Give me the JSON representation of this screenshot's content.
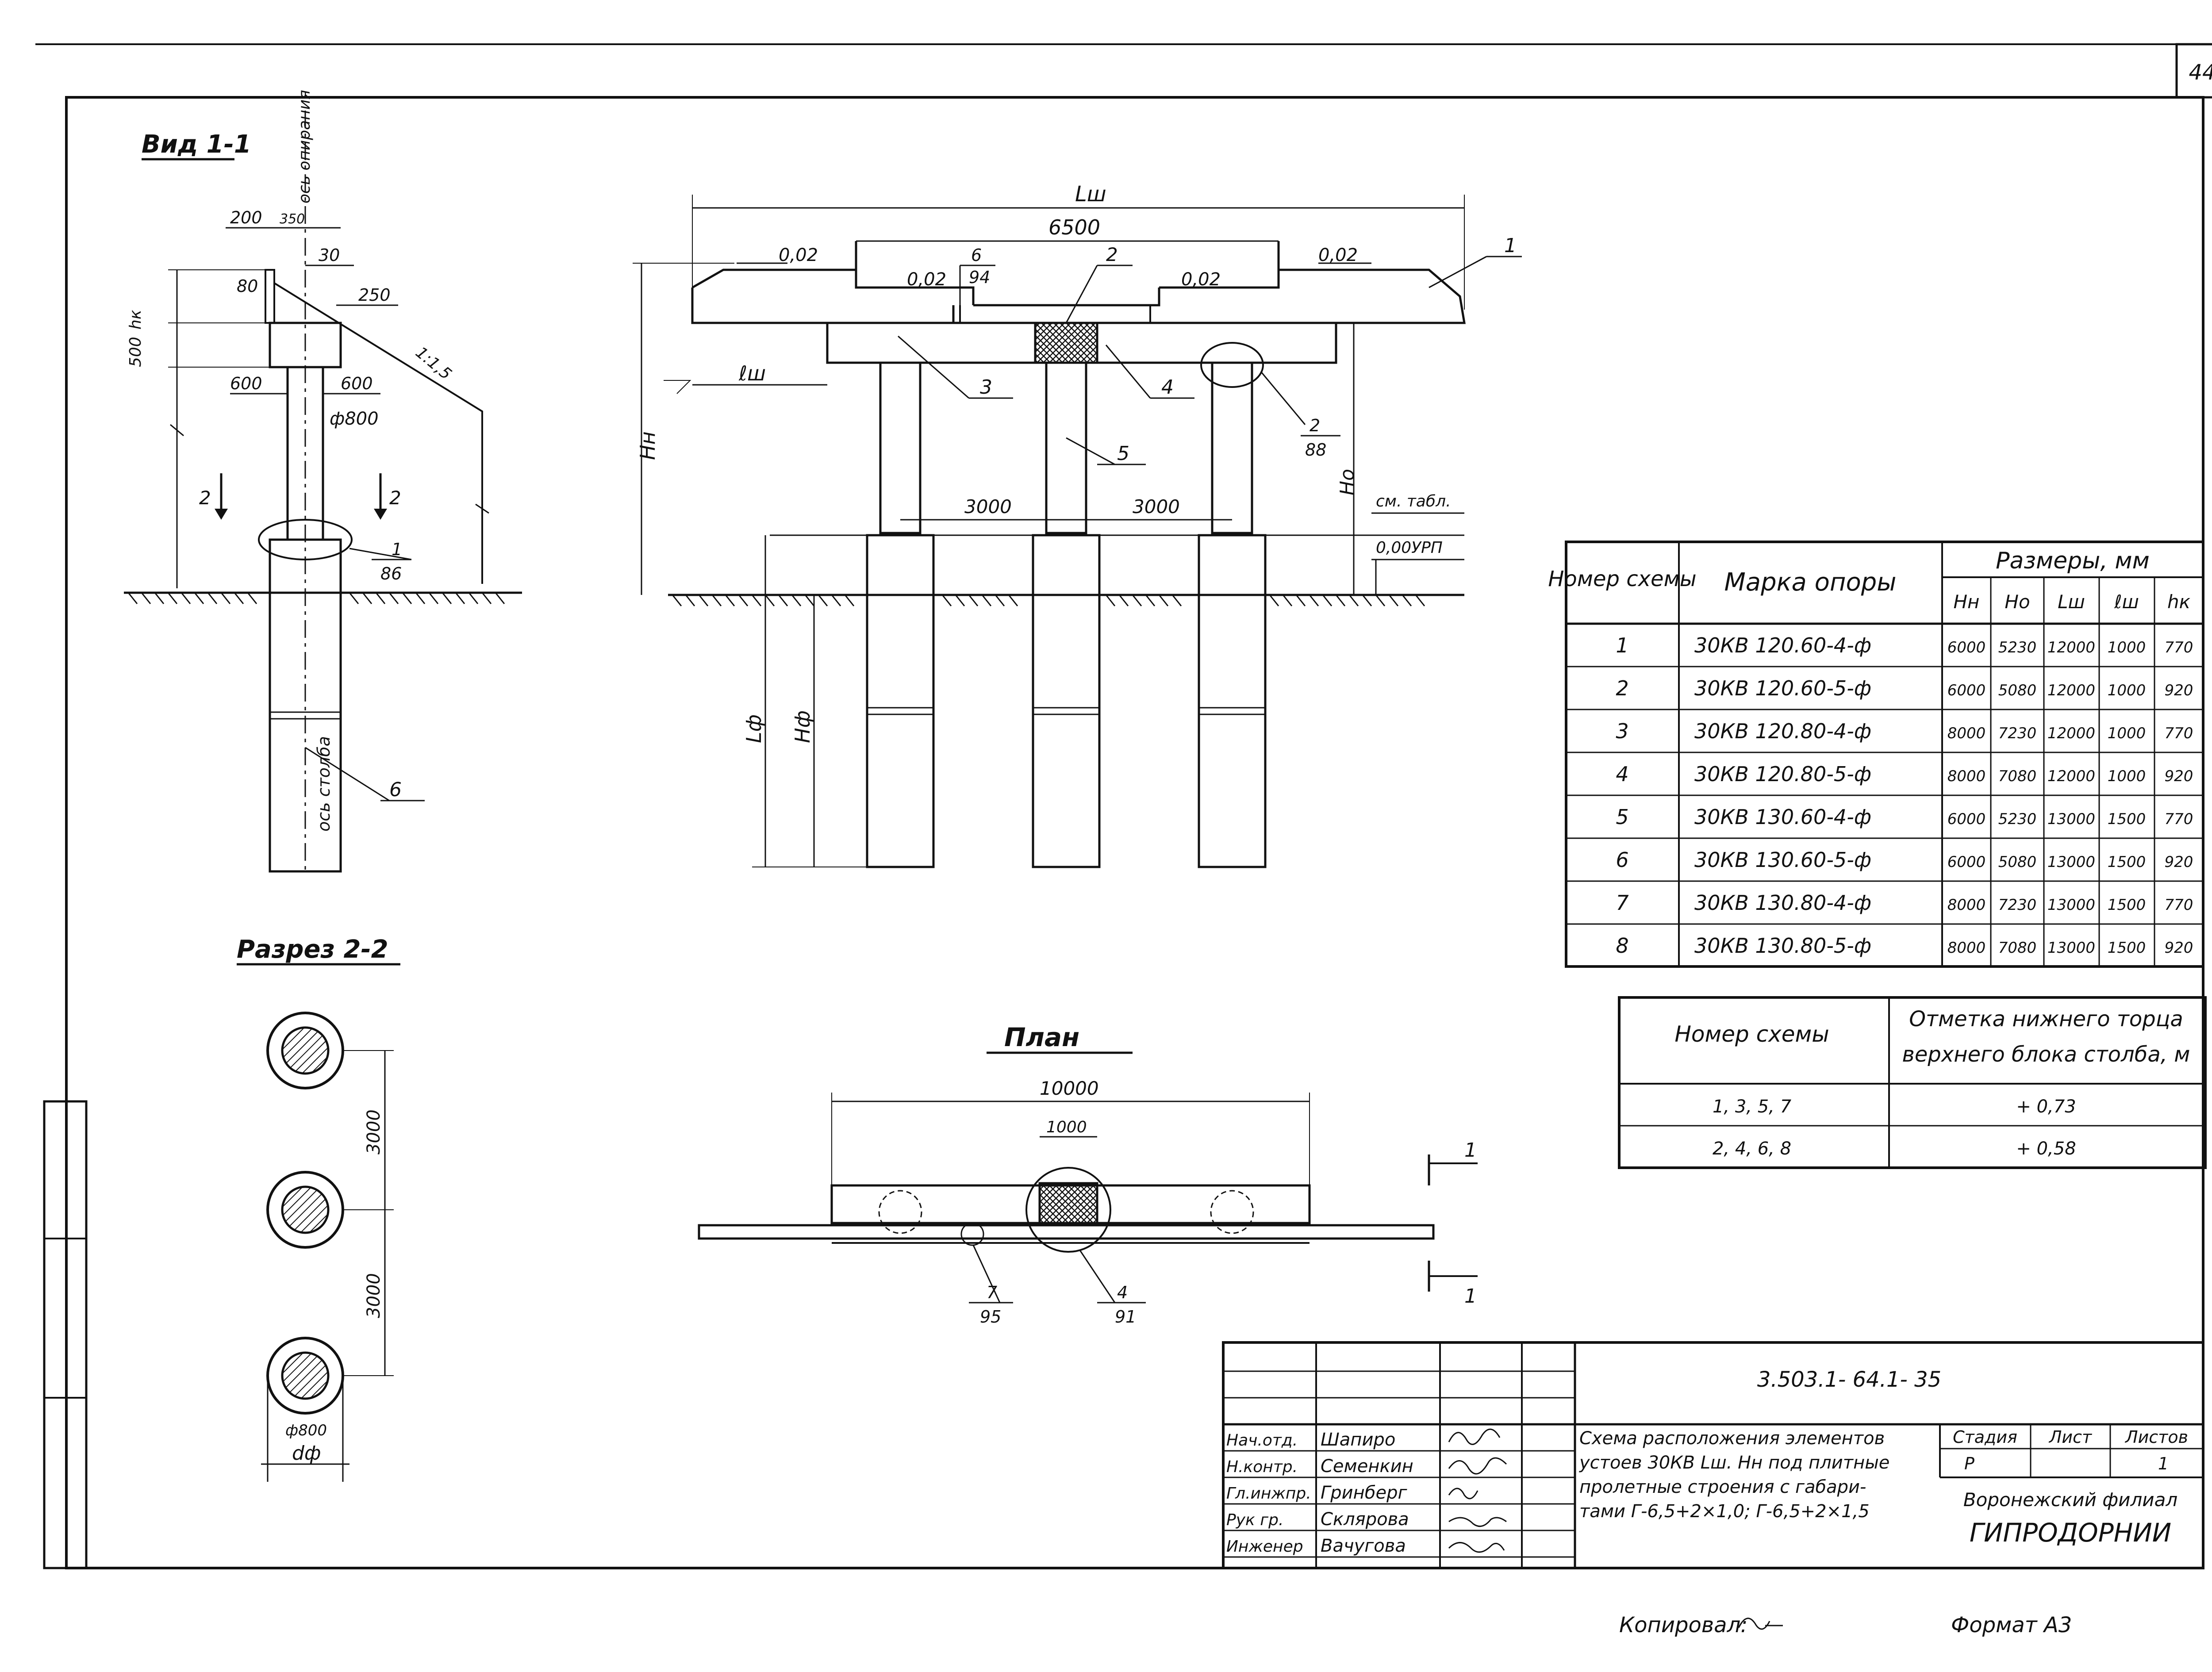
{
  "sheet": {
    "page_number": "44",
    "code": "3.503.1- 64.1- 35",
    "title_lines": [
      "Схема расположения элементов",
      "устоев 30КВ Lш. Нн под плитные",
      "пролетные строения с габари-",
      "тами Г-6,5+2×1,0; Г-6,5+2×1,5"
    ],
    "stage_header": "Стадия",
    "sheet_header": "Лист",
    "sheets_header": "Листов",
    "stage": "Р",
    "sheet_no": "",
    "sheets_total": "1",
    "org_line1": "Воронежский филиал",
    "org_line2": "ГИПРОДОРНИИ",
    "signers": [
      {
        "role": "Нач.отд.",
        "name": "Шапиро"
      },
      {
        "role": "Н.контр.",
        "name": "Семенкин"
      },
      {
        "role": "Гл.инжпр.",
        "name": "Гринберг"
      },
      {
        "role": "Рук гр.",
        "name": "Склярова"
      },
      {
        "role": "Инженер",
        "name": "Вачугова"
      }
    ],
    "copied": "Копировал:",
    "format": "Формат  А3"
  },
  "view_1_1": {
    "title": "Вид 1-1",
    "axis_support": "ось опирания",
    "axis_column": "ось столба",
    "dims": {
      "d200": "200",
      "d350": "350",
      "d30": "30",
      "d80": "80",
      "d250": "250",
      "d500": "500",
      "hk": "hк",
      "d600l": "600",
      "d600r": "600",
      "phi800": "ф800",
      "slope": "1:1,5"
    },
    "section_mark": "2",
    "callout_1_num": "1",
    "callout_1_sheet": "86",
    "callout_6": "6"
  },
  "section_2_2": {
    "title": "Разрез 2-2",
    "dim1": "3000",
    "dim2": "3000",
    "phi800": "ф800",
    "df": "dф"
  },
  "elevation": {
    "lsh": "Lш",
    "d6500": "6500",
    "slope_002": "0,02",
    "slope_l": "0,02",
    "slope_r": "0,02",
    "slope_rr": "0,02",
    "callout_6_num": "6",
    "callout_6_sheet": "94",
    "callout_2": "2",
    "callout_1": "1",
    "lsh_small": "ℓш",
    "callout_3": "3",
    "callout_4": "4",
    "callout_5": "5",
    "callout_2b_num": "2",
    "callout_2b_sheet": "88",
    "hn": "Нн",
    "ho": "Но",
    "span1": "3000",
    "span2": "3000",
    "see_table": "см. табл.",
    "ground": "0,00УРП",
    "lf": "Lф",
    "hf": "Нф"
  },
  "plan": {
    "title": "План",
    "d10000": "10000",
    "d1000": "1000",
    "cut_mark": "1",
    "callout_7_num": "7",
    "callout_7_sheet": "95",
    "callout_4_num": "4",
    "callout_4_sheet": "91"
  },
  "table_main": {
    "col_scheme": "Номер схемы",
    "col_mark": "Марка опоры",
    "col_sizes": "Размеры, мм",
    "sub_headers": [
      "Нн",
      "Но",
      "Lш",
      "ℓш",
      "hк"
    ],
    "rows": [
      [
        "1",
        "30КВ  120.60-4-ф",
        "6000",
        "5230",
        "12000",
        "1000",
        "770"
      ],
      [
        "2",
        "30КВ  120.60-5-ф",
        "6000",
        "5080",
        "12000",
        "1000",
        "920"
      ],
      [
        "3",
        "30КВ  120.80-4-ф",
        "8000",
        "7230",
        "12000",
        "1000",
        "770"
      ],
      [
        "4",
        "30КВ  120.80-5-ф",
        "8000",
        "7080",
        "12000",
        "1000",
        "920"
      ],
      [
        "5",
        "30КВ  130.60-4-ф",
        "6000",
        "5230",
        "13000",
        "1500",
        "770"
      ],
      [
        "6",
        "30КВ  130.60-5-ф",
        "6000",
        "5080",
        "13000",
        "1500",
        "920"
      ],
      [
        "7",
        "30КВ  130.80-4-ф",
        "8000",
        "7230",
        "13000",
        "1500",
        "770"
      ],
      [
        "8",
        "30КВ  130.80-5-ф",
        "8000",
        "7080",
        "13000",
        "1500",
        "920"
      ]
    ]
  },
  "table_elev": {
    "col1": "Номер  схемы",
    "col2_line1": "Отметка нижнего торца",
    "col2_line2": "верхнего блока столба, м",
    "rows": [
      [
        "1, 3, 5, 7",
        "+ 0,73"
      ],
      [
        "2, 4, 6, 8",
        "+ 0,58"
      ]
    ]
  }
}
